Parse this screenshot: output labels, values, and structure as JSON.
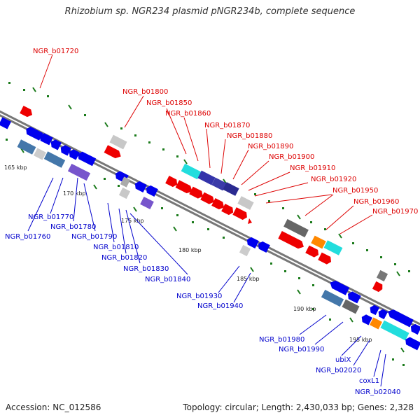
{
  "title": "Rhizobium sp. NGR234 plasmid pNGR234b, complete sequence",
  "footer": {
    "accession": "Accession: NC_012586",
    "summary": "Topology: circular; Length: 2,430,033 bp; Genes: 2,328"
  },
  "colors": {
    "forward_label": "#dd0000",
    "reverse_label": "#0000cc",
    "backbone": "#777777",
    "tick": "#1a7a1a"
  },
  "ticks": [
    {
      "label": "165 kbp"
    },
    {
      "label": "170 kbp"
    },
    {
      "label": "175 kbp"
    },
    {
      "label": "180 kbp"
    },
    {
      "label": "185 kbp"
    },
    {
      "label": "190 kbp"
    },
    {
      "label": "195 kbp"
    }
  ],
  "forward_labels": [
    "NGR_b01720",
    "NGR_b01800",
    "NGR_b01850",
    "NGR_b01860",
    "NGR_b01870",
    "NGR_b01880",
    "NGR_b01890",
    "NGR_b01900",
    "NGR_b01910",
    "NGR_b01920",
    "NGR_b01950",
    "NGR_b01960",
    "NGR_b01970"
  ],
  "reverse_labels": [
    "NGR_b01760",
    "NGR_b01770",
    "NGR_b01780",
    "NGR_b01790",
    "NGR_b01810",
    "NGR_b01820",
    "NGR_b01830",
    "NGR_b01840",
    "NGR_b01930",
    "NGR_b01940",
    "NGR_b01980",
    "NGR_b01990",
    "ubiX",
    "NGR_b02020",
    "coxL1",
    "NGR_b02040"
  ]
}
